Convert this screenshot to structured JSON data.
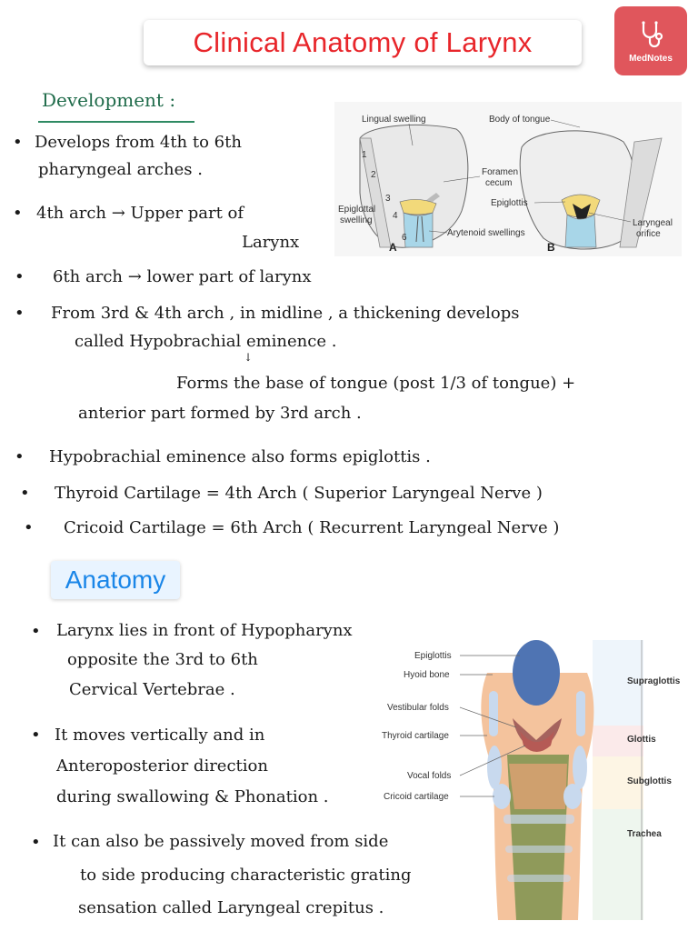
{
  "title": "Clinical Anatomy of Larynx",
  "logo": {
    "brand": "MedNotes",
    "icon": "stethoscope-icon",
    "color": "#e0565c"
  },
  "development": {
    "heading": "Development :",
    "lines": [
      "Develops from 4th to 6th",
      "pharyngeal arches .",
      "4th arch → Upper part of",
      "Larynx",
      "6th arch → lower part of larynx",
      "From 3rd & 4th arch , in midline , a thickening develops",
      "called Hypobrachial eminence .",
      "Forms the base of tongue (post 1/3 of tongue) +",
      "anterior part formed by 3rd arch .",
      "Hypobrachial eminence also forms epiglottis .",
      "Thyroid Cartilage = 4th Arch ( Superior Laryngeal Nerve )",
      "Cricoid Cartilage = 6th Arch ( Recurrent Laryngeal Nerve )"
    ]
  },
  "figure_dev": {
    "labels": {
      "lingual": "Lingual swelling",
      "body": "Body of tongue",
      "foramen": "Foramen cecum",
      "foramen1": "Foramen",
      "foramen2": "cecum",
      "epiglottis": "Epiglottis",
      "epiglottal1": "Epiglottal",
      "epiglottal2": "swelling",
      "laryngeal1": "Laryngeal",
      "laryngeal2": "orifice",
      "arytenoid": "Arytenoid swellings",
      "a": "A",
      "b": "B",
      "n1": "1",
      "n2": "2",
      "n3": "3",
      "n4": "4",
      "n6": "6"
    },
    "colors": {
      "yellow": "#f2d97a",
      "blue": "#a8d6e8"
    }
  },
  "anatomy": {
    "heading": "Anatomy",
    "lines": [
      "Larynx lies in front of Hypopharynx",
      "opposite the 3rd to 6th",
      "Cervical Vertebrae .",
      "It moves vertically and in",
      "Anteroposterior direction",
      "during swallowing & Phonation .",
      "It can also be passively moved from side",
      "to side producing characteristic grating",
      "sensation called Laryngeal crepitus ."
    ]
  },
  "figure_anat": {
    "labels": {
      "epiglottis": "Epiglottis",
      "hyoid": "Hyoid bone",
      "vestibular": "Vestibular folds",
      "thyroid": "Thyroid cartilage",
      "vocal": "Vocal folds",
      "cricoid": "Cricoid cartilage",
      "supraglottis": "Supraglottis",
      "glottis": "Glottis",
      "subglottis": "Subglottis",
      "trachea": "Trachea"
    },
    "colors": {
      "supraglottis": "#2f8fd6",
      "glottis": "#d9413c",
      "subglottis": "#e8a51e",
      "trachea": "#3f9a5e"
    }
  }
}
